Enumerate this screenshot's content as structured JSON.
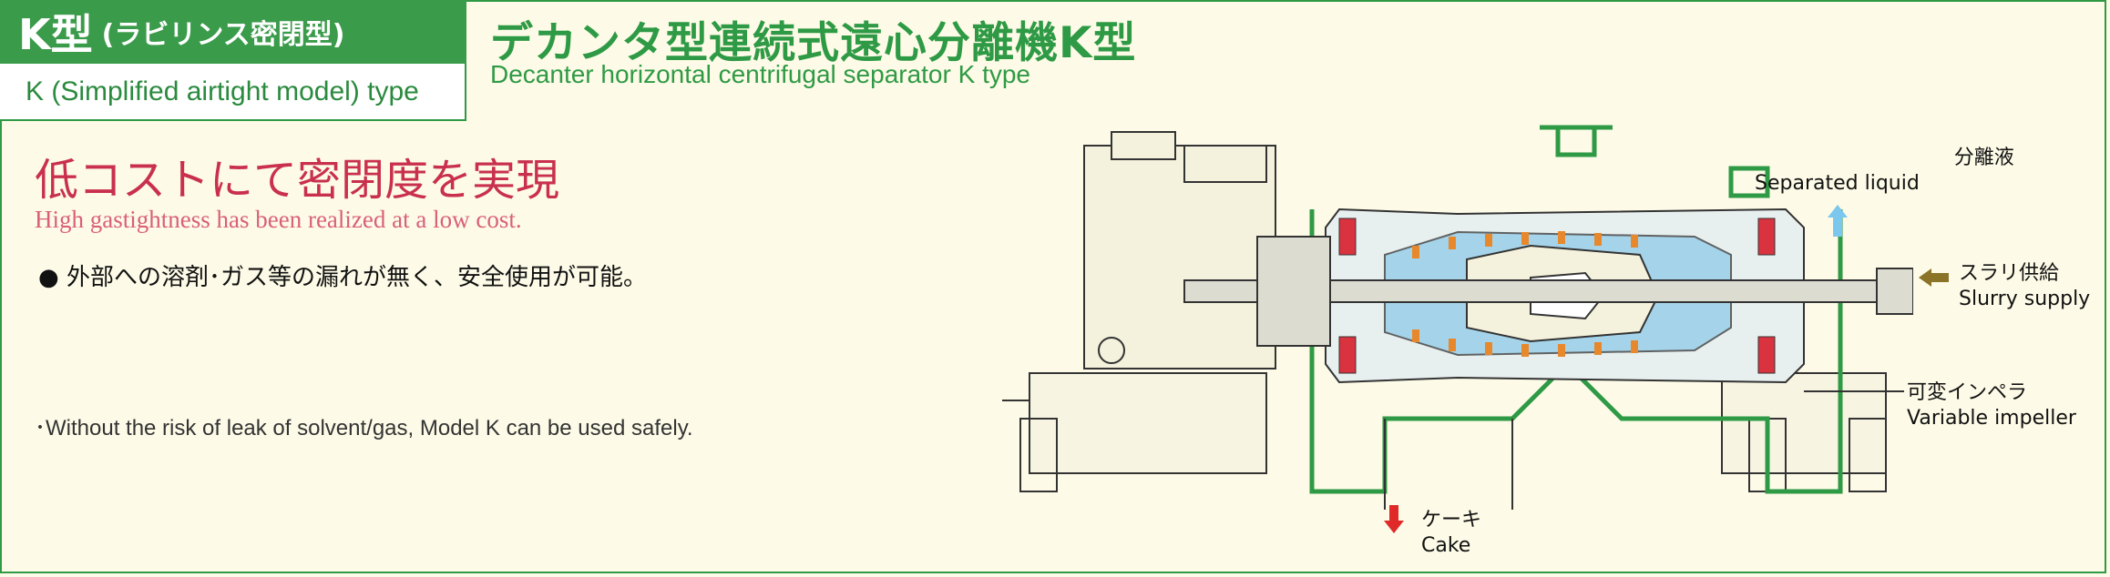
{
  "header": {
    "model_jp_big": "K型",
    "model_jp_small": "(ラビリンス密閉型)",
    "model_en": "K (Simplified airtight model) type",
    "title_jp": "デカンタ型連続式遠心分離機K型",
    "title_en": "Decanter horizontal centrifugal separator K type"
  },
  "feature": {
    "headline_jp": "低コストにて密閉度を実現",
    "headline_en": "High gastightness has been realized at a low cost.",
    "bullet_jp": "● 外部への溶剤･ガス等の漏れが無く、安全使用が可能。",
    "note_en": "･Without the risk of leak of solvent/gas, Model K can be used safely."
  },
  "diagram": {
    "separated_liquid_jp": "分離液",
    "separated_liquid_en": "Separated liquid",
    "slurry_jp": "スラリ供給",
    "slurry_en": "Slurry supply",
    "impeller_jp": "可変インペラ",
    "impeller_en": "Variable impeller",
    "cake_jp": "ケーキ",
    "cake_en": "Cake"
  },
  "colors": {
    "brand_green": "#2f9a45",
    "headline_red": "#c9304d",
    "liquid_blue": "#7bc7ee",
    "slurry_arrow": "#8b7328",
    "cake_arrow": "#e02a2a"
  }
}
